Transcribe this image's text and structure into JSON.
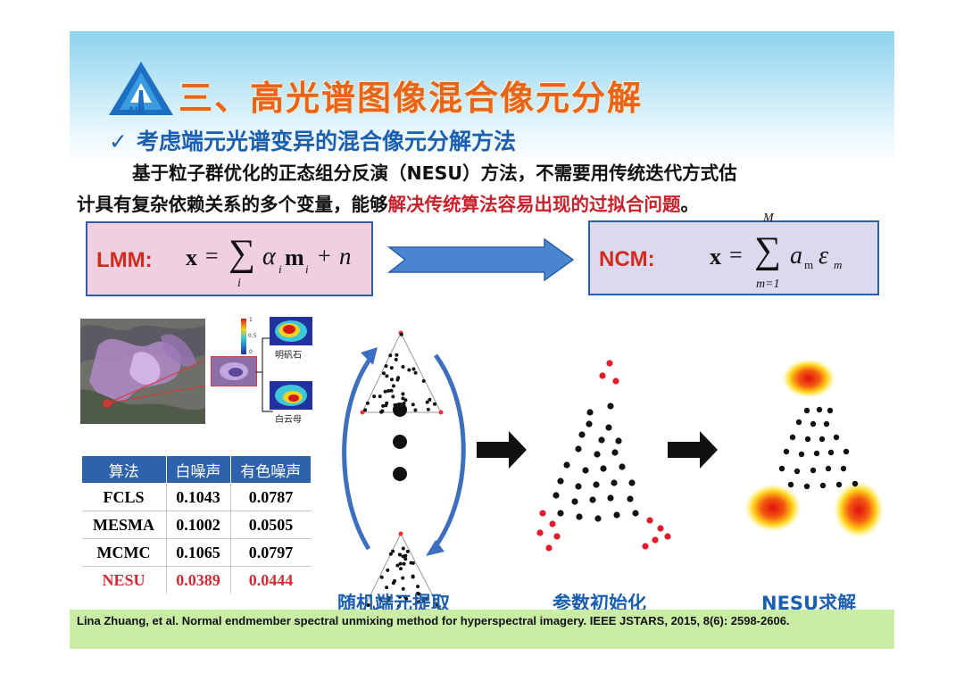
{
  "header": {
    "logo_text": "AIR",
    "title": "三、高光谱图像混合像元分解",
    "subtitle_check": "✓",
    "subtitle": "考虑端元光谱变异的混合像元分解方法"
  },
  "paragraph": {
    "line1": "基于粒子群优化的正态组分反演（NESU）方法，不需要用传统迭代方式估",
    "line2_plain": "计具有复杂依赖关系的多个变量，能够",
    "line2_highlight": "解决传统算法容易出现的过拟合问题",
    "line2_end": "。"
  },
  "formulas": {
    "lmm": {
      "label": "LMM:",
      "lhs": "x",
      "eq": "=",
      "sum": "∑",
      "sub": "i",
      "term_coef": "α",
      "term_coef_sub": "i",
      "term_vec": "m",
      "term_vec_sub": "i",
      "plus": "+",
      "noise": "n"
    },
    "ncm": {
      "label": "NCM:",
      "lhs": "x",
      "eq": "=",
      "sum": "∑",
      "sup": "M",
      "sub": "m=1",
      "term_coef": "a",
      "term_coef_sub": "m",
      "term_var": "ε",
      "term_var_sub": "m"
    }
  },
  "map_panel": {
    "colorbar_ticks": [
      "1",
      "0.5",
      "0"
    ],
    "label_top": "明矾石",
    "label_bottom": "白云母"
  },
  "results_table": {
    "headers": [
      "算法",
      "白噪声",
      "有色噪声"
    ],
    "rows": [
      {
        "method": "FCLS",
        "white": "0.1043",
        "colored": "0.0787"
      },
      {
        "method": "MESMA",
        "white": "0.1002",
        "colored": "0.0505"
      },
      {
        "method": "MCMC",
        "white": "0.1065",
        "colored": "0.0797"
      },
      {
        "method": "NESU",
        "white": "0.0389",
        "colored": "0.0444"
      }
    ],
    "highlight_color": "#d32a38"
  },
  "steps": {
    "step1": "随机端元提取",
    "step2": "参数初始化",
    "step3": "NESU求解"
  },
  "citation": "Lina Zhuang, et al. Normal endmember spectral unmixing method for hyperspectral imagery. IEEE JSTARS, 2015, 8(6): 2598-2606.",
  "colors": {
    "title": "#e8641b",
    "subtitle": "#1b5fb0",
    "highlight": "#c9202b",
    "lmm_box": "#f0cfe0",
    "ncm_box": "#dcd9ef",
    "citation_bg": "#c9eda5",
    "table_header": "#2e62ad"
  }
}
